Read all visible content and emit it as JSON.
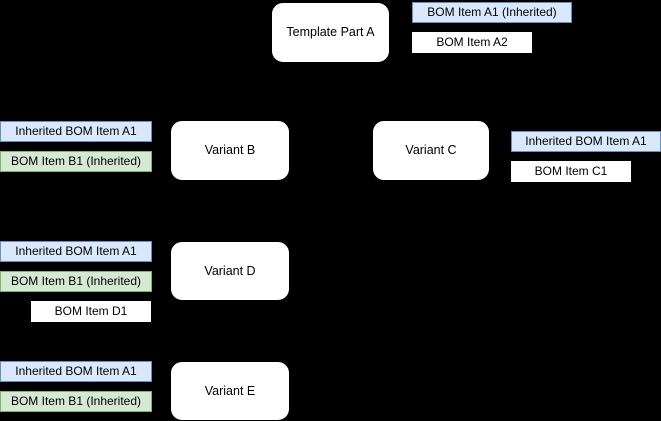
{
  "diagram": {
    "background_color": "#000000",
    "node_fill": "#ffffff",
    "node_border": "#000000",
    "inherited_fill": "#dae8fc",
    "inherited_border": "#6c8ebf",
    "local_inherited_fill": "#d5e8d4",
    "local_inherited_border": "#82b366",
    "plain_fill": "#ffffff"
  },
  "nodes": {
    "template_a": {
      "label": "Template Part A"
    },
    "variant_b": {
      "label": "Variant B"
    },
    "variant_c": {
      "label": "Variant C"
    },
    "variant_d": {
      "label": "Variant D"
    },
    "variant_e": {
      "label": "Variant E"
    }
  },
  "bom_items": {
    "template_a": [
      {
        "label": "BOM Item A1 (Inherited)",
        "style": "inherited"
      },
      {
        "label": "BOM Item A2",
        "style": "plain"
      }
    ],
    "variant_b": [
      {
        "label": "Inherited BOM Item A1",
        "style": "inherited"
      },
      {
        "label": "BOM Item B1 (Inherited)",
        "style": "local-inherited"
      }
    ],
    "variant_c": [
      {
        "label": "Inherited BOM Item A1",
        "style": "inherited"
      },
      {
        "label": "BOM Item C1",
        "style": "plain"
      }
    ],
    "variant_d": [
      {
        "label": "Inherited BOM Item A1",
        "style": "inherited"
      },
      {
        "label": "BOM Item B1 (Inherited)",
        "style": "local-inherited"
      },
      {
        "label": "BOM Item D1",
        "style": "plain"
      }
    ],
    "variant_e": [
      {
        "label": "Inherited BOM Item A1",
        "style": "inherited"
      },
      {
        "label": "BOM Item B1 (Inherited)",
        "style": "local-inherited"
      }
    ]
  }
}
